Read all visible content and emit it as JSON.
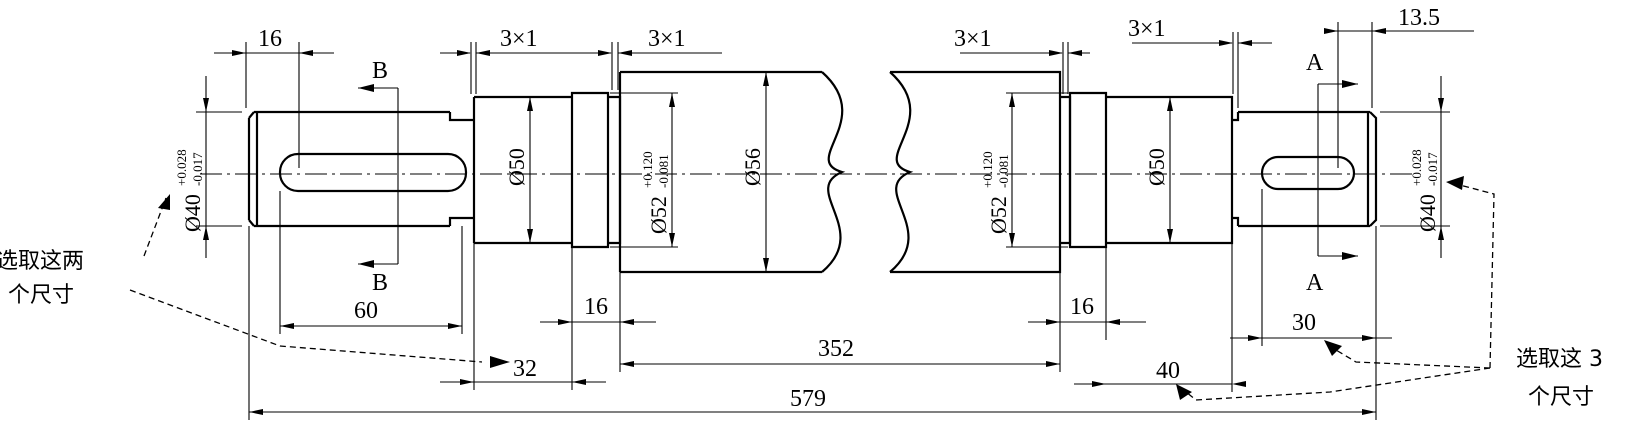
{
  "dimensions": {
    "d16_left": "16",
    "d3x1_a": "3×1",
    "d3x1_b": "3×1",
    "d3x1_c": "3×1",
    "d3x1_d": "3×1",
    "d13_5": "13.5",
    "d60": "60",
    "d32": "32",
    "d16_mid_left": "16",
    "d352": "352",
    "d16_mid_right": "16",
    "d40": "40",
    "d30": "30",
    "d579": "579"
  },
  "diameters": {
    "left_end": {
      "base": "Ø40",
      "upper": "+0.028",
      "lower": "-0.017"
    },
    "left_journal": {
      "base": "Ø50"
    },
    "left_seat": {
      "base": "Ø52",
      "upper": "+0.120",
      "lower": "-0.081"
    },
    "center": {
      "base": "Ø56"
    },
    "right_seat": {
      "base": "Ø52",
      "upper": "+0.120",
      "lower": "-0.081"
    },
    "right_journal": {
      "base": "Ø50"
    },
    "right_end": {
      "base": "Ø40",
      "upper": "+0.028",
      "lower": "-0.017"
    }
  },
  "sections": {
    "b_top": "B",
    "b_bottom": "B",
    "a_top": "A",
    "a_bottom": "A"
  },
  "notes": {
    "left_line1": "选取这两",
    "left_line2": "个尺寸",
    "right_line1": "选取这 3",
    "right_line2": "个尺寸"
  }
}
